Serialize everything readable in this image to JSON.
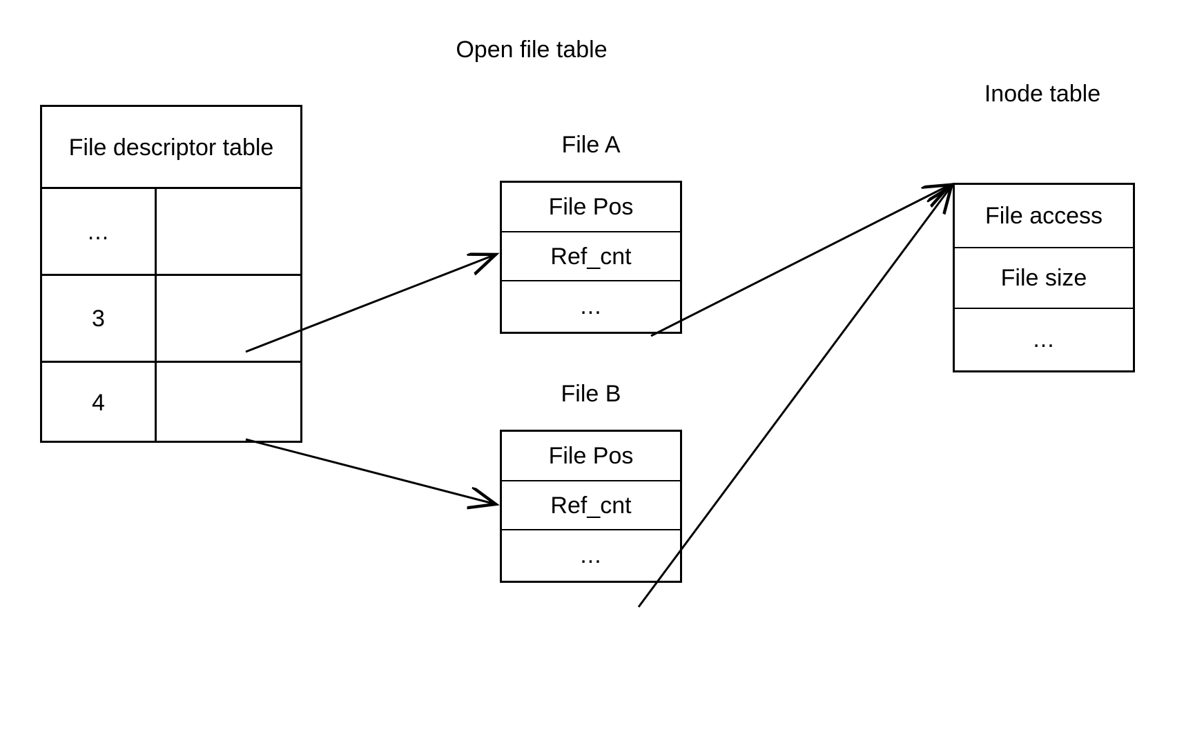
{
  "diagram": {
    "title_open_file_table": "Open file table",
    "title_inode_table": "Inode table",
    "label_file_a": "File A",
    "label_file_b": "File B",
    "ellipsis": "..."
  },
  "fd_table": {
    "header": "File descriptor table",
    "rows": [
      {
        "fd": "...",
        "ptr": ""
      },
      {
        "fd": "3",
        "ptr": ""
      },
      {
        "fd": "4",
        "ptr": ""
      }
    ]
  },
  "file_a": {
    "title": "File A",
    "rows": [
      "File Pos",
      "Ref_cnt",
      "..."
    ]
  },
  "file_b": {
    "title": "File B",
    "rows": [
      "File Pos",
      "Ref_cnt",
      "..."
    ]
  },
  "inode_table": {
    "title": "Inode table",
    "rows": [
      "File access",
      "File size",
      "..."
    ]
  },
  "arrows": [
    {
      "name": "fd3-to-file-a",
      "from": "fd-row-3-pointer",
      "to": "file-a-ref-cnt"
    },
    {
      "name": "fd4-to-file-b",
      "from": "fd-row-4-pointer",
      "to": "file-b-ref-cnt"
    },
    {
      "name": "file-a-to-inode",
      "from": "file-a-dots",
      "to": "inode-table-top"
    },
    {
      "name": "file-b-to-inode",
      "from": "file-b-dots",
      "to": "inode-table-top"
    }
  ],
  "colors": {
    "stroke": "#000000",
    "background": "#ffffff"
  }
}
